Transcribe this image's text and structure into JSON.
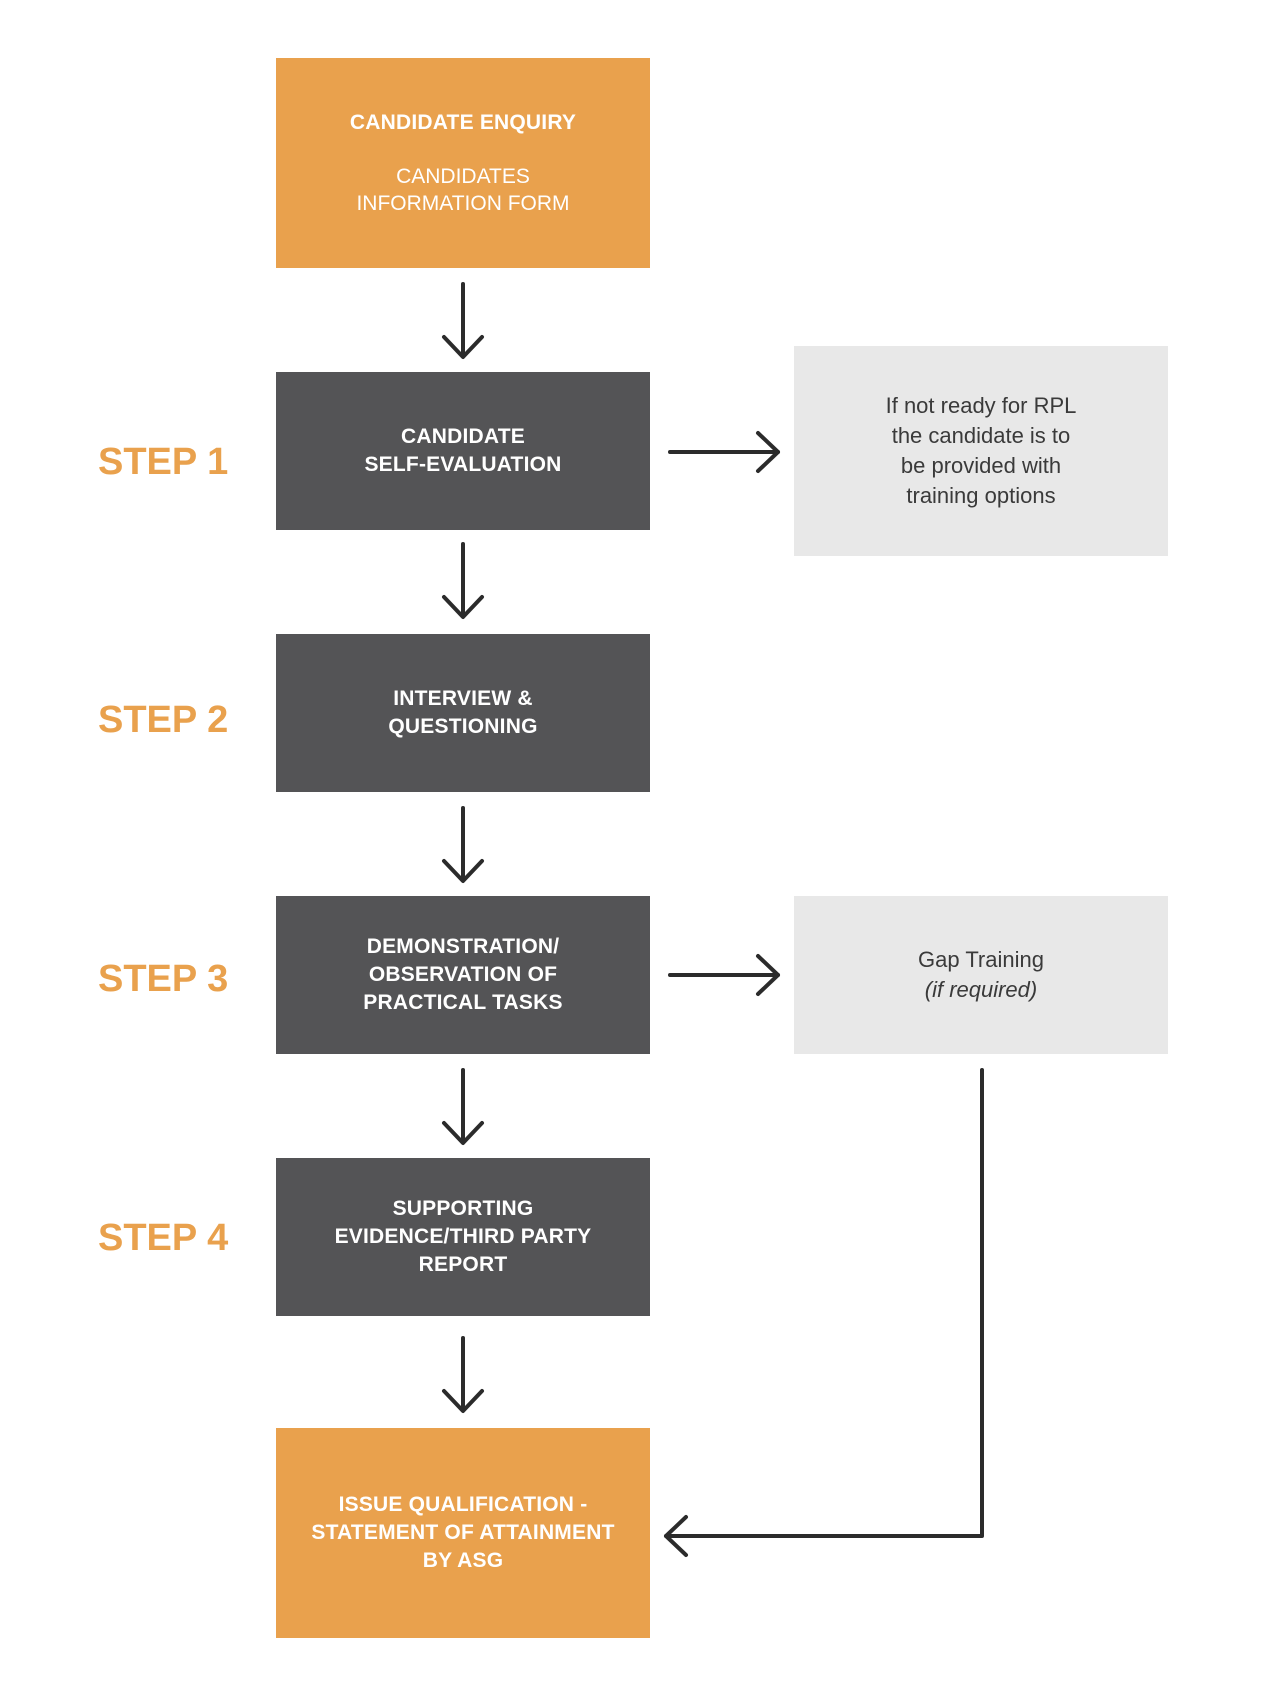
{
  "colors": {
    "accent_orange": "#E9A14D",
    "dark_box": "#545456",
    "light_box": "#E8E8E8",
    "arrow": "#2b2b2b"
  },
  "boxes": {
    "enquiry": {
      "title": "CANDIDATE ENQUIRY",
      "subtitle": "CANDIDATES\nINFORMATION FORM"
    },
    "self_evaluation": {
      "title": "CANDIDATE\nSELF-EVALUATION"
    },
    "interview": {
      "title": "INTERVIEW &\nQUESTIONING"
    },
    "demonstration": {
      "title": "DEMONSTRATION/\nOBSERVATION OF\nPRACTICAL TASKS"
    },
    "supporting_evidence": {
      "title": "SUPPORTING\nEVIDENCE/THIRD PARTY\nREPORT"
    },
    "issue_qualification": {
      "title": "ISSUE QUALIFICATION -\nSTATEMENT OF ATTAINMENT\nBY ASG"
    }
  },
  "notes": {
    "not_ready": "If not ready for RPL\nthe candidate is to\nbe provided with\ntraining options",
    "gap_training": "Gap Training",
    "gap_training_condition": "if required"
  },
  "steps": [
    "STEP 1",
    "STEP 2",
    "STEP 3",
    "STEP 4"
  ]
}
